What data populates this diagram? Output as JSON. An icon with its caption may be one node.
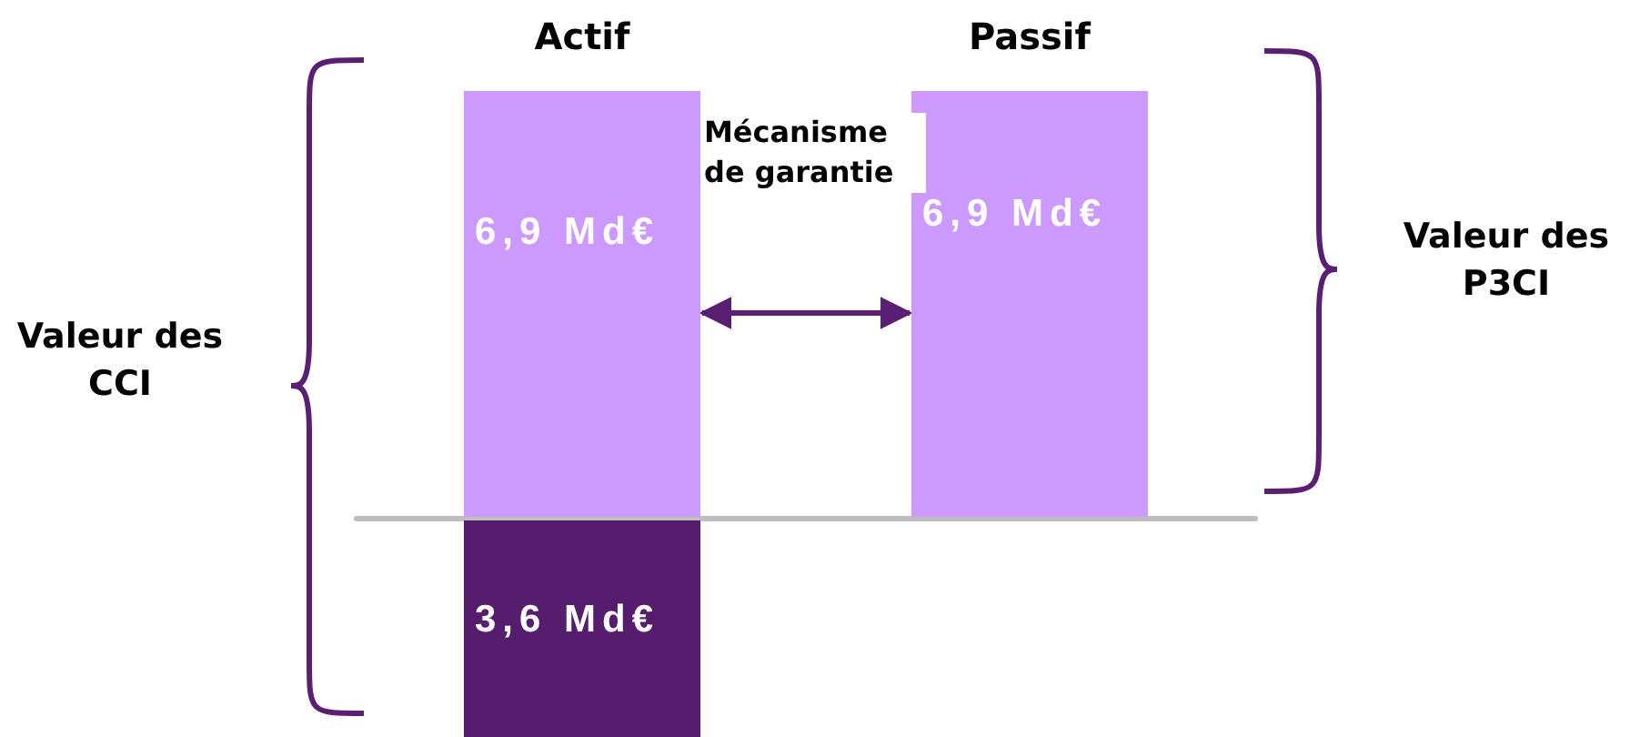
{
  "diagram": {
    "nodes": [
      {
        "text": [
          "Actif",
          "6,9 Md€"
        ]
      },
      {
        "text": [
          "Passif",
          "6,9 Md€"
        ]
      },
      {
        "text": [
          "3,6 Md€"
        ]
      }
    ],
    "edges": [
      {
        "from": 0,
        "to": 1,
        "arrow": "both",
        "label": "Mécanisme de garantie"
      }
    ],
    "labels": [
      "Valeur des CCI",
      "Valeur des P3CI"
    ]
  }
}
